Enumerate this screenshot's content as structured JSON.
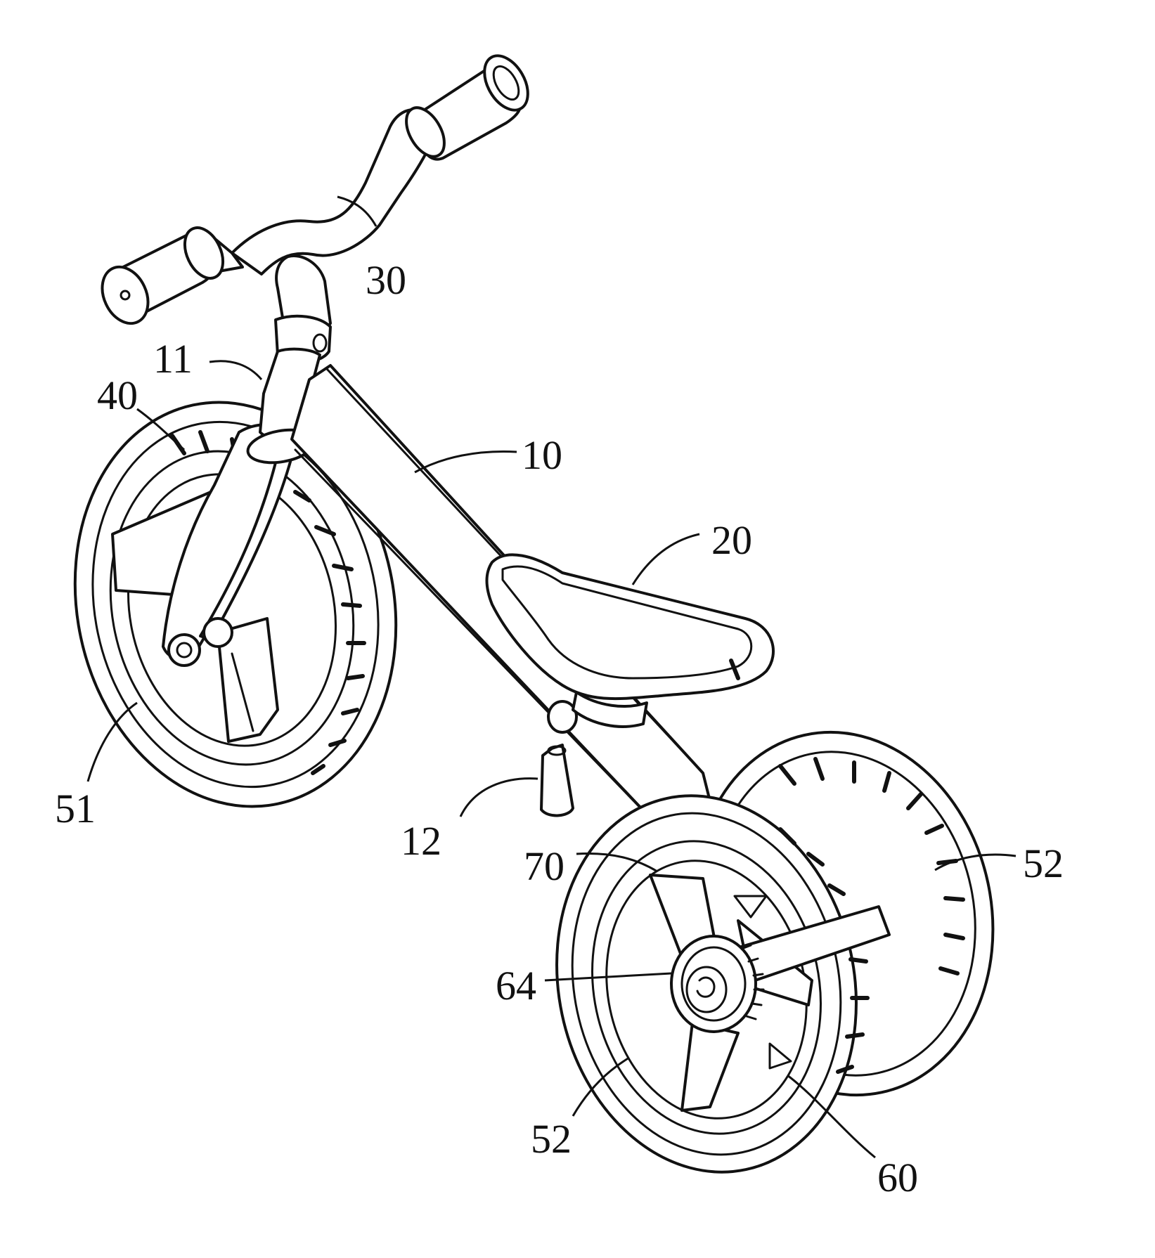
{
  "labels": {
    "frame": "10",
    "head_tube": "11",
    "kickstand": "12",
    "seat": "20",
    "handlebar": "30",
    "front_fork": "40",
    "front_wheel": "51",
    "rear_wheel_right": "52",
    "rear_wheel_left": "52",
    "hub_assembly": "60",
    "hub_cap": "64",
    "wheel_insert": "70"
  },
  "colors": {
    "ink": "#111111",
    "paper": "#ffffff"
  }
}
